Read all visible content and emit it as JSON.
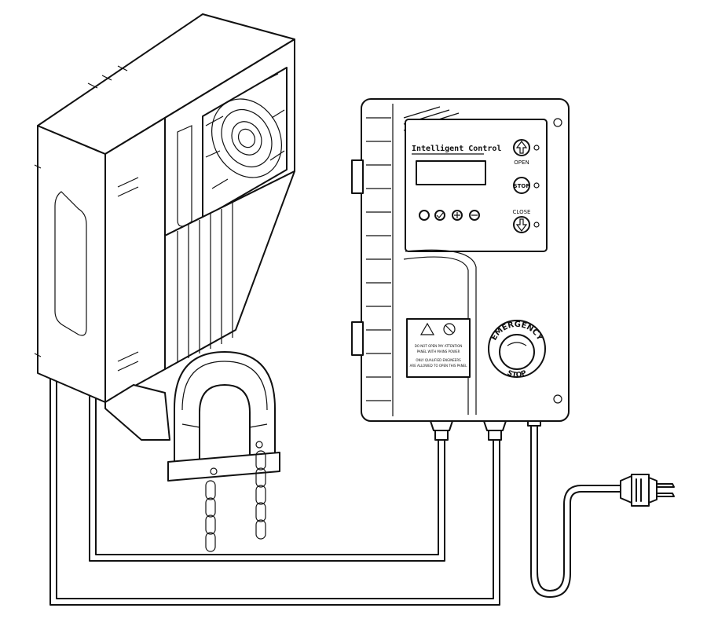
{
  "panel": {
    "title": "Intelligent Control",
    "buttons": {
      "open": "OPEN",
      "stop": "STOP",
      "close": "CLOSE"
    },
    "emergency_top": "EMERGENCY",
    "emergency_bottom": "STOP",
    "warning": [
      "DO NOT OPEN PAY ATTENTION",
      "PANEL WITH MAINS POWER",
      "ONLY QUALIFIED ENGINEERS",
      "ARE ALLOWED TO OPEN THIS PANEL"
    ]
  }
}
